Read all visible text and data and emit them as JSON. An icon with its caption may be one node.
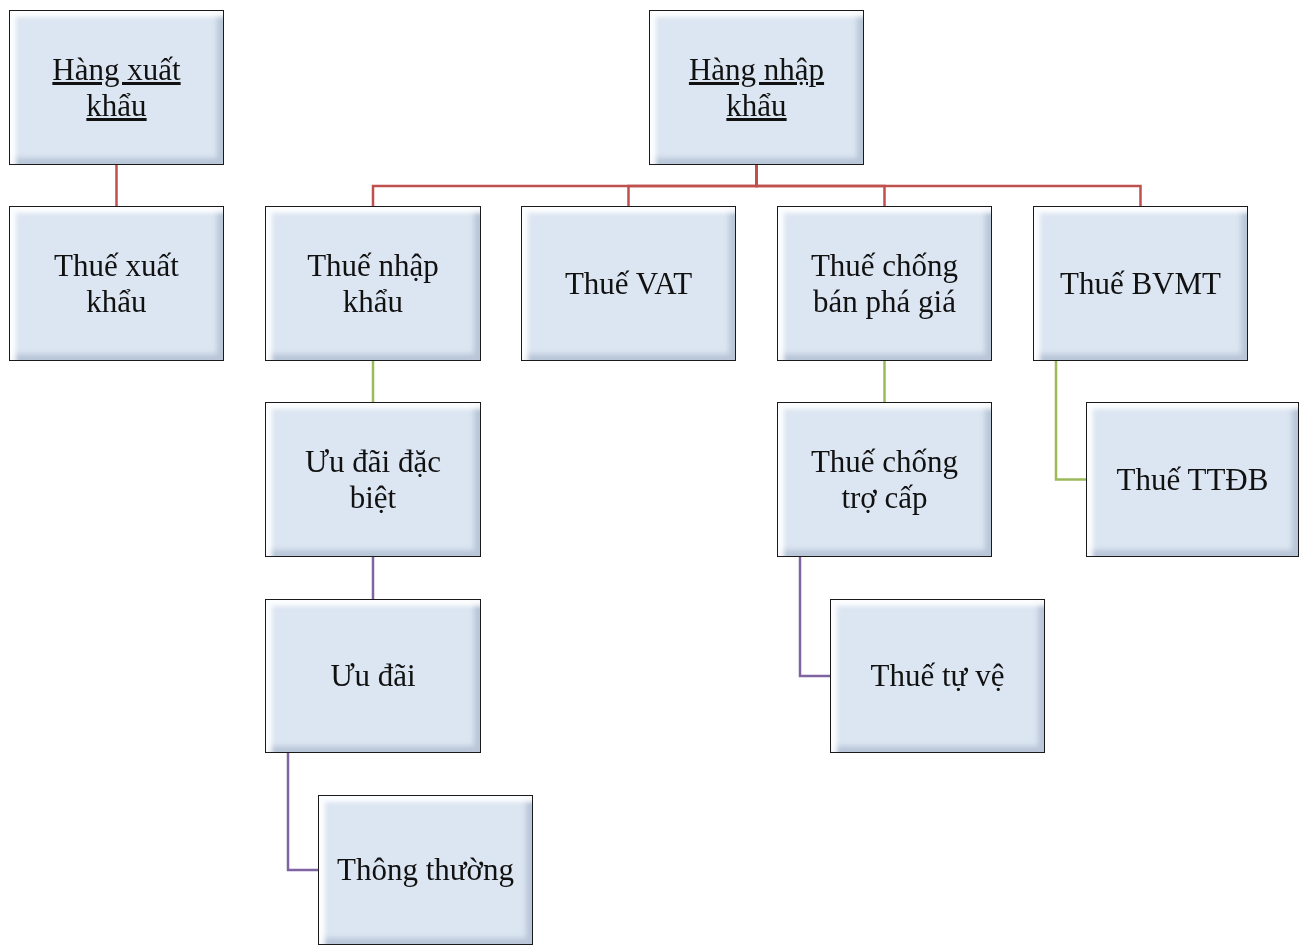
{
  "diagram": {
    "nodes": [
      {
        "text": [
          "Hàng xuất khẩu"
        ]
      },
      {
        "text": [
          "Thuế xuất khẩu"
        ]
      },
      {
        "text": [
          "Hàng nhập khẩu"
        ]
      },
      {
        "text": [
          "Thuế nhập khẩu"
        ]
      },
      {
        "text": [
          "Thuế VAT"
        ]
      },
      {
        "text": [
          "Thuế chống bán phá giá"
        ]
      },
      {
        "text": [
          "Thuế BVMT"
        ]
      },
      {
        "text": [
          "Ưu đãi đặc biệt"
        ]
      },
      {
        "text": [
          "Ưu đãi"
        ]
      },
      {
        "text": [
          "Thông thường"
        ]
      },
      {
        "text": [
          "Thuế chống trợ cấp"
        ]
      },
      {
        "text": [
          "Thuế tự vệ"
        ]
      },
      {
        "text": [
          "Thuế TTĐB"
        ]
      }
    ],
    "edges": [
      {
        "from": 0,
        "to": 1,
        "arrow": "none"
      },
      {
        "from": 2,
        "to": 3,
        "arrow": "none"
      },
      {
        "from": 2,
        "to": 4,
        "arrow": "none"
      },
      {
        "from": 2,
        "to": 5,
        "arrow": "none"
      },
      {
        "from": 2,
        "to": 6,
        "arrow": "none"
      },
      {
        "from": 3,
        "to": 7,
        "arrow": "none",
        "color": "#9bbb59"
      },
      {
        "from": 7,
        "to": 8,
        "arrow": "none",
        "color": "#8064a2"
      },
      {
        "from": 8,
        "to": 9,
        "arrow": "none",
        "color": "#8064a2"
      },
      {
        "from": 5,
        "to": 10,
        "arrow": "none",
        "color": "#9bbb59"
      },
      {
        "from": 10,
        "to": 11,
        "arrow": "none",
        "color": "#8064a2"
      },
      {
        "from": 6,
        "to": 12,
        "arrow": "none",
        "color": "#9bbb59"
      }
    ]
  }
}
